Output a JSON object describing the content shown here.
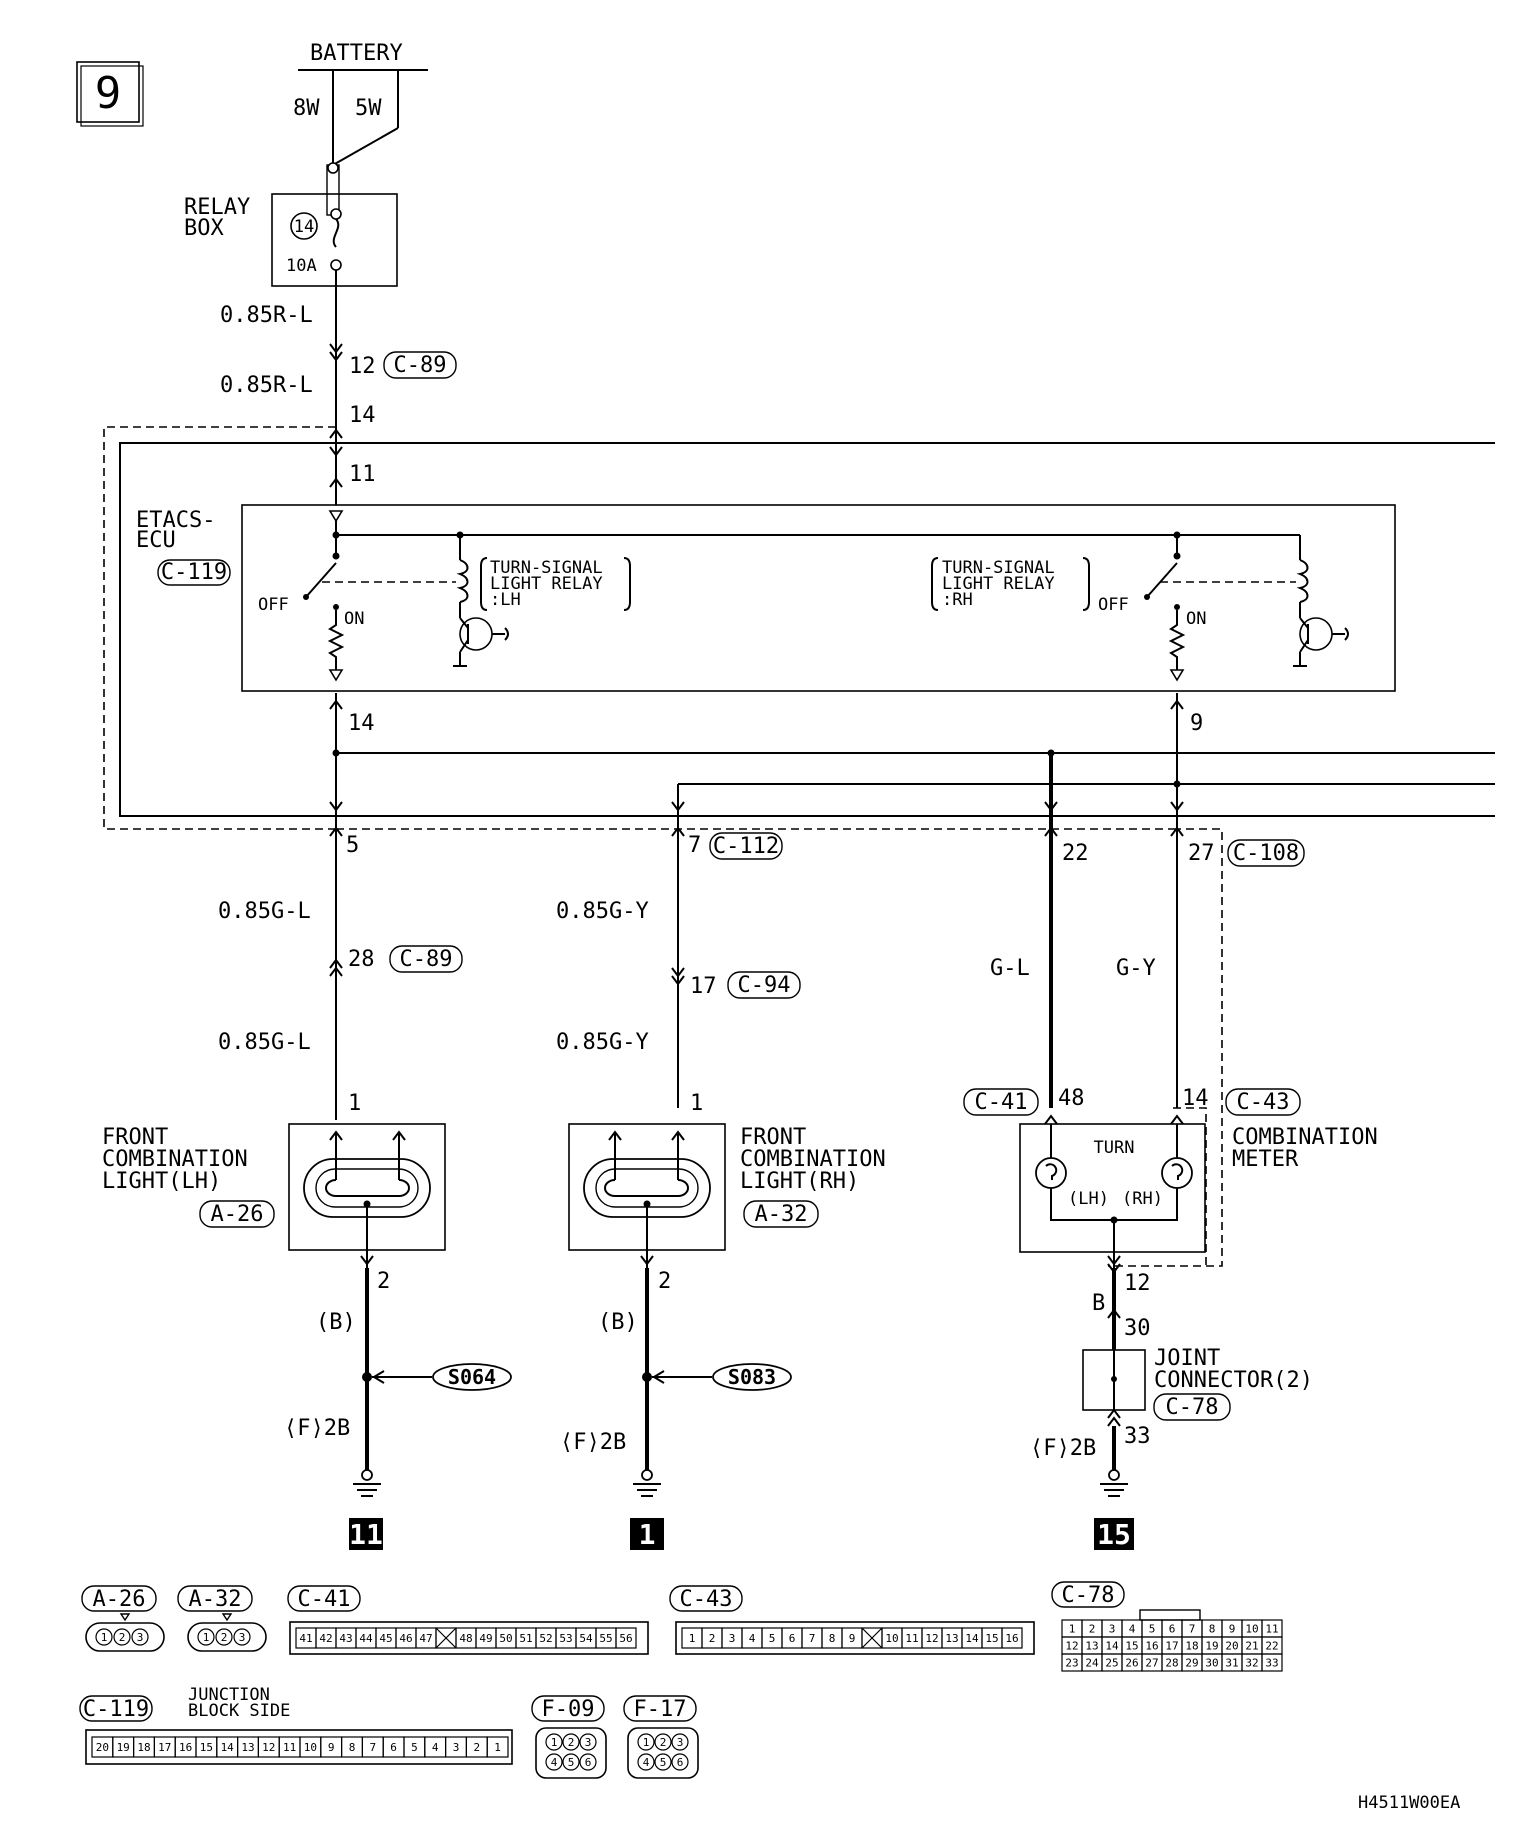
{
  "page": {
    "page_number": "9",
    "drawing_code": "H4511W00EA"
  },
  "power": {
    "battery_label": "BATTERY",
    "wire_8w": "8W",
    "wire_5w": "5W",
    "relay_box_line1": "RELAY",
    "relay_box_line2": "BOX",
    "fuse_number": "14",
    "fuse_rating": "10A",
    "wire_top": "0.85R-L",
    "conn_pin": "12",
    "conn_id": "C-89",
    "wire_bottom": "0.85R-L",
    "pin_14": "14",
    "pin_11": "11"
  },
  "etacs": {
    "name_line1": "ETACS-",
    "name_line2": "ECU",
    "connector": "C-119",
    "lh_relay_line1": "TURN-SIGNAL",
    "lh_relay_line2": "LIGHT RELAY",
    "lh_relay_line3": ":LH",
    "rh_relay_line1": "TURN-SIGNAL",
    "rh_relay_line2": "LIGHT RELAY",
    "rh_relay_line3": ":RH",
    "off_label": "OFF",
    "on_label": "ON",
    "pin_lh_out": "14",
    "pin_rh_out": "9"
  },
  "harness": {
    "pin_5": "5",
    "pin_7": "7",
    "conn_c112": "C-112",
    "pin_22": "22",
    "pin_27": "27",
    "conn_c108": "C-108",
    "wire_lh_upper": "0.85G-L",
    "wire_lh_lower": "0.85G-L",
    "pin_28": "28",
    "conn_c89": "C-89",
    "wire_rh_upper": "0.85G-Y",
    "wire_rh_lower": "0.85G-Y",
    "pin_17": "17",
    "conn_c94": "C-94",
    "wire_gl": "G-L",
    "wire_gy": "G-Y"
  },
  "front_lh": {
    "name_line1": "FRONT",
    "name_line2": "COMBINATION",
    "name_line3": "LIGHT(LH)",
    "connector": "A-26",
    "pin_in": "1",
    "pin_out": "2",
    "wire_b": "(B)",
    "splice": "S064",
    "ground_wire": "⟨F⟩2B",
    "ground_point": "11"
  },
  "front_rh": {
    "name_line1": "FRONT",
    "name_line2": "COMBINATION",
    "name_line3": "LIGHT(RH)",
    "connector": "A-32",
    "pin_in": "1",
    "pin_out": "2",
    "wire_b": "(B)",
    "splice": "S083",
    "ground_wire": "⟨F⟩2B",
    "ground_point": "1"
  },
  "meter": {
    "connector_left": "C-41",
    "pin_48": "48",
    "pin_14": "14",
    "connector_right": "C-43",
    "name_line1": "COMBINATION",
    "name_line2": "METER",
    "turn_label": "TURN",
    "lh_label": "(LH)",
    "rh_label": "(RH)",
    "pin_12": "12",
    "wire_b": "B",
    "pin_30": "30",
    "joint_line1": "JOINT",
    "joint_line2": "CONNECTOR(2)",
    "joint_connector": "C-78",
    "pin_33": "33",
    "ground_wire": "⟨F⟩2B",
    "ground_point": "15"
  },
  "connector_views": {
    "a26": {
      "label": "A-26",
      "pins": [
        "1",
        "2",
        "3"
      ]
    },
    "a32": {
      "label": "A-32",
      "pins": [
        "1",
        "2",
        "3"
      ]
    },
    "c41": {
      "label": "C-41",
      "pins": [
        "41",
        "42",
        "43",
        "44",
        "45",
        "46",
        "47",
        "",
        "48",
        "49",
        "50",
        "51",
        "52",
        "53",
        "54",
        "55",
        "56"
      ]
    },
    "c43": {
      "label": "C-43",
      "pins": [
        "1",
        "2",
        "3",
        "4",
        "5",
        "6",
        "7",
        "8",
        "9",
        "",
        "10",
        "11",
        "12",
        "13",
        "14",
        "15",
        "16"
      ]
    },
    "c78": {
      "label": "C-78",
      "row1": [
        "1",
        "2",
        "3",
        "4",
        "5",
        "6",
        "7",
        "8",
        "9",
        "10",
        "11"
      ],
      "row2": [
        "12",
        "13",
        "14",
        "15",
        "16",
        "17",
        "18",
        "19",
        "20",
        "21",
        "22"
      ],
      "row3": [
        "23",
        "24",
        "25",
        "26",
        "27",
        "28",
        "29",
        "30",
        "31",
        "32",
        "33"
      ]
    },
    "c119": {
      "label": "C-119",
      "side_line1": "JUNCTION",
      "side_line2": "BLOCK SIDE",
      "pins": [
        "20",
        "19",
        "18",
        "17",
        "16",
        "15",
        "14",
        "13",
        "12",
        "11",
        "10",
        "9",
        "8",
        "7",
        "6",
        "5",
        "4",
        "3",
        "2",
        "1"
      ]
    },
    "f09": {
      "label": "F-09",
      "row1": [
        "1",
        "2",
        "3"
      ],
      "row2": [
        "4",
        "5",
        "6"
      ]
    },
    "f17": {
      "label": "F-17",
      "row1": [
        "1",
        "2",
        "3"
      ],
      "row2": [
        "4",
        "5",
        "6"
      ]
    }
  }
}
